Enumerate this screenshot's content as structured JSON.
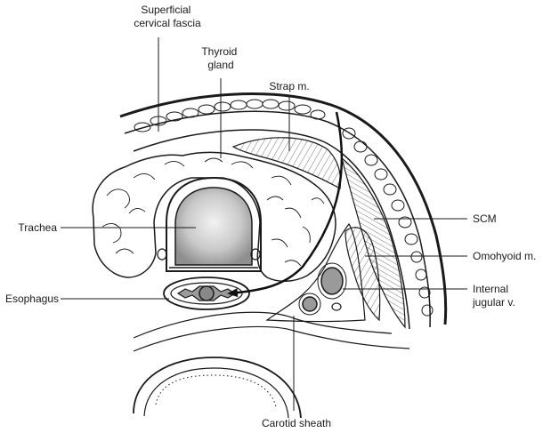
{
  "labels": {
    "superficial_fascia": [
      "Superficial",
      "cervical fascia"
    ],
    "thyroid_gland": [
      "Thyroid",
      "gland"
    ],
    "strap_muscle": "Strap m.",
    "trachea": "Trachea",
    "esophagus": "Esophagus",
    "scm": "SCM",
    "omohyoid": "Omohyoid m.",
    "internal_jugular": [
      "Internal",
      "jugular v."
    ],
    "carotid_sheath": "Carotid sheath"
  }
}
